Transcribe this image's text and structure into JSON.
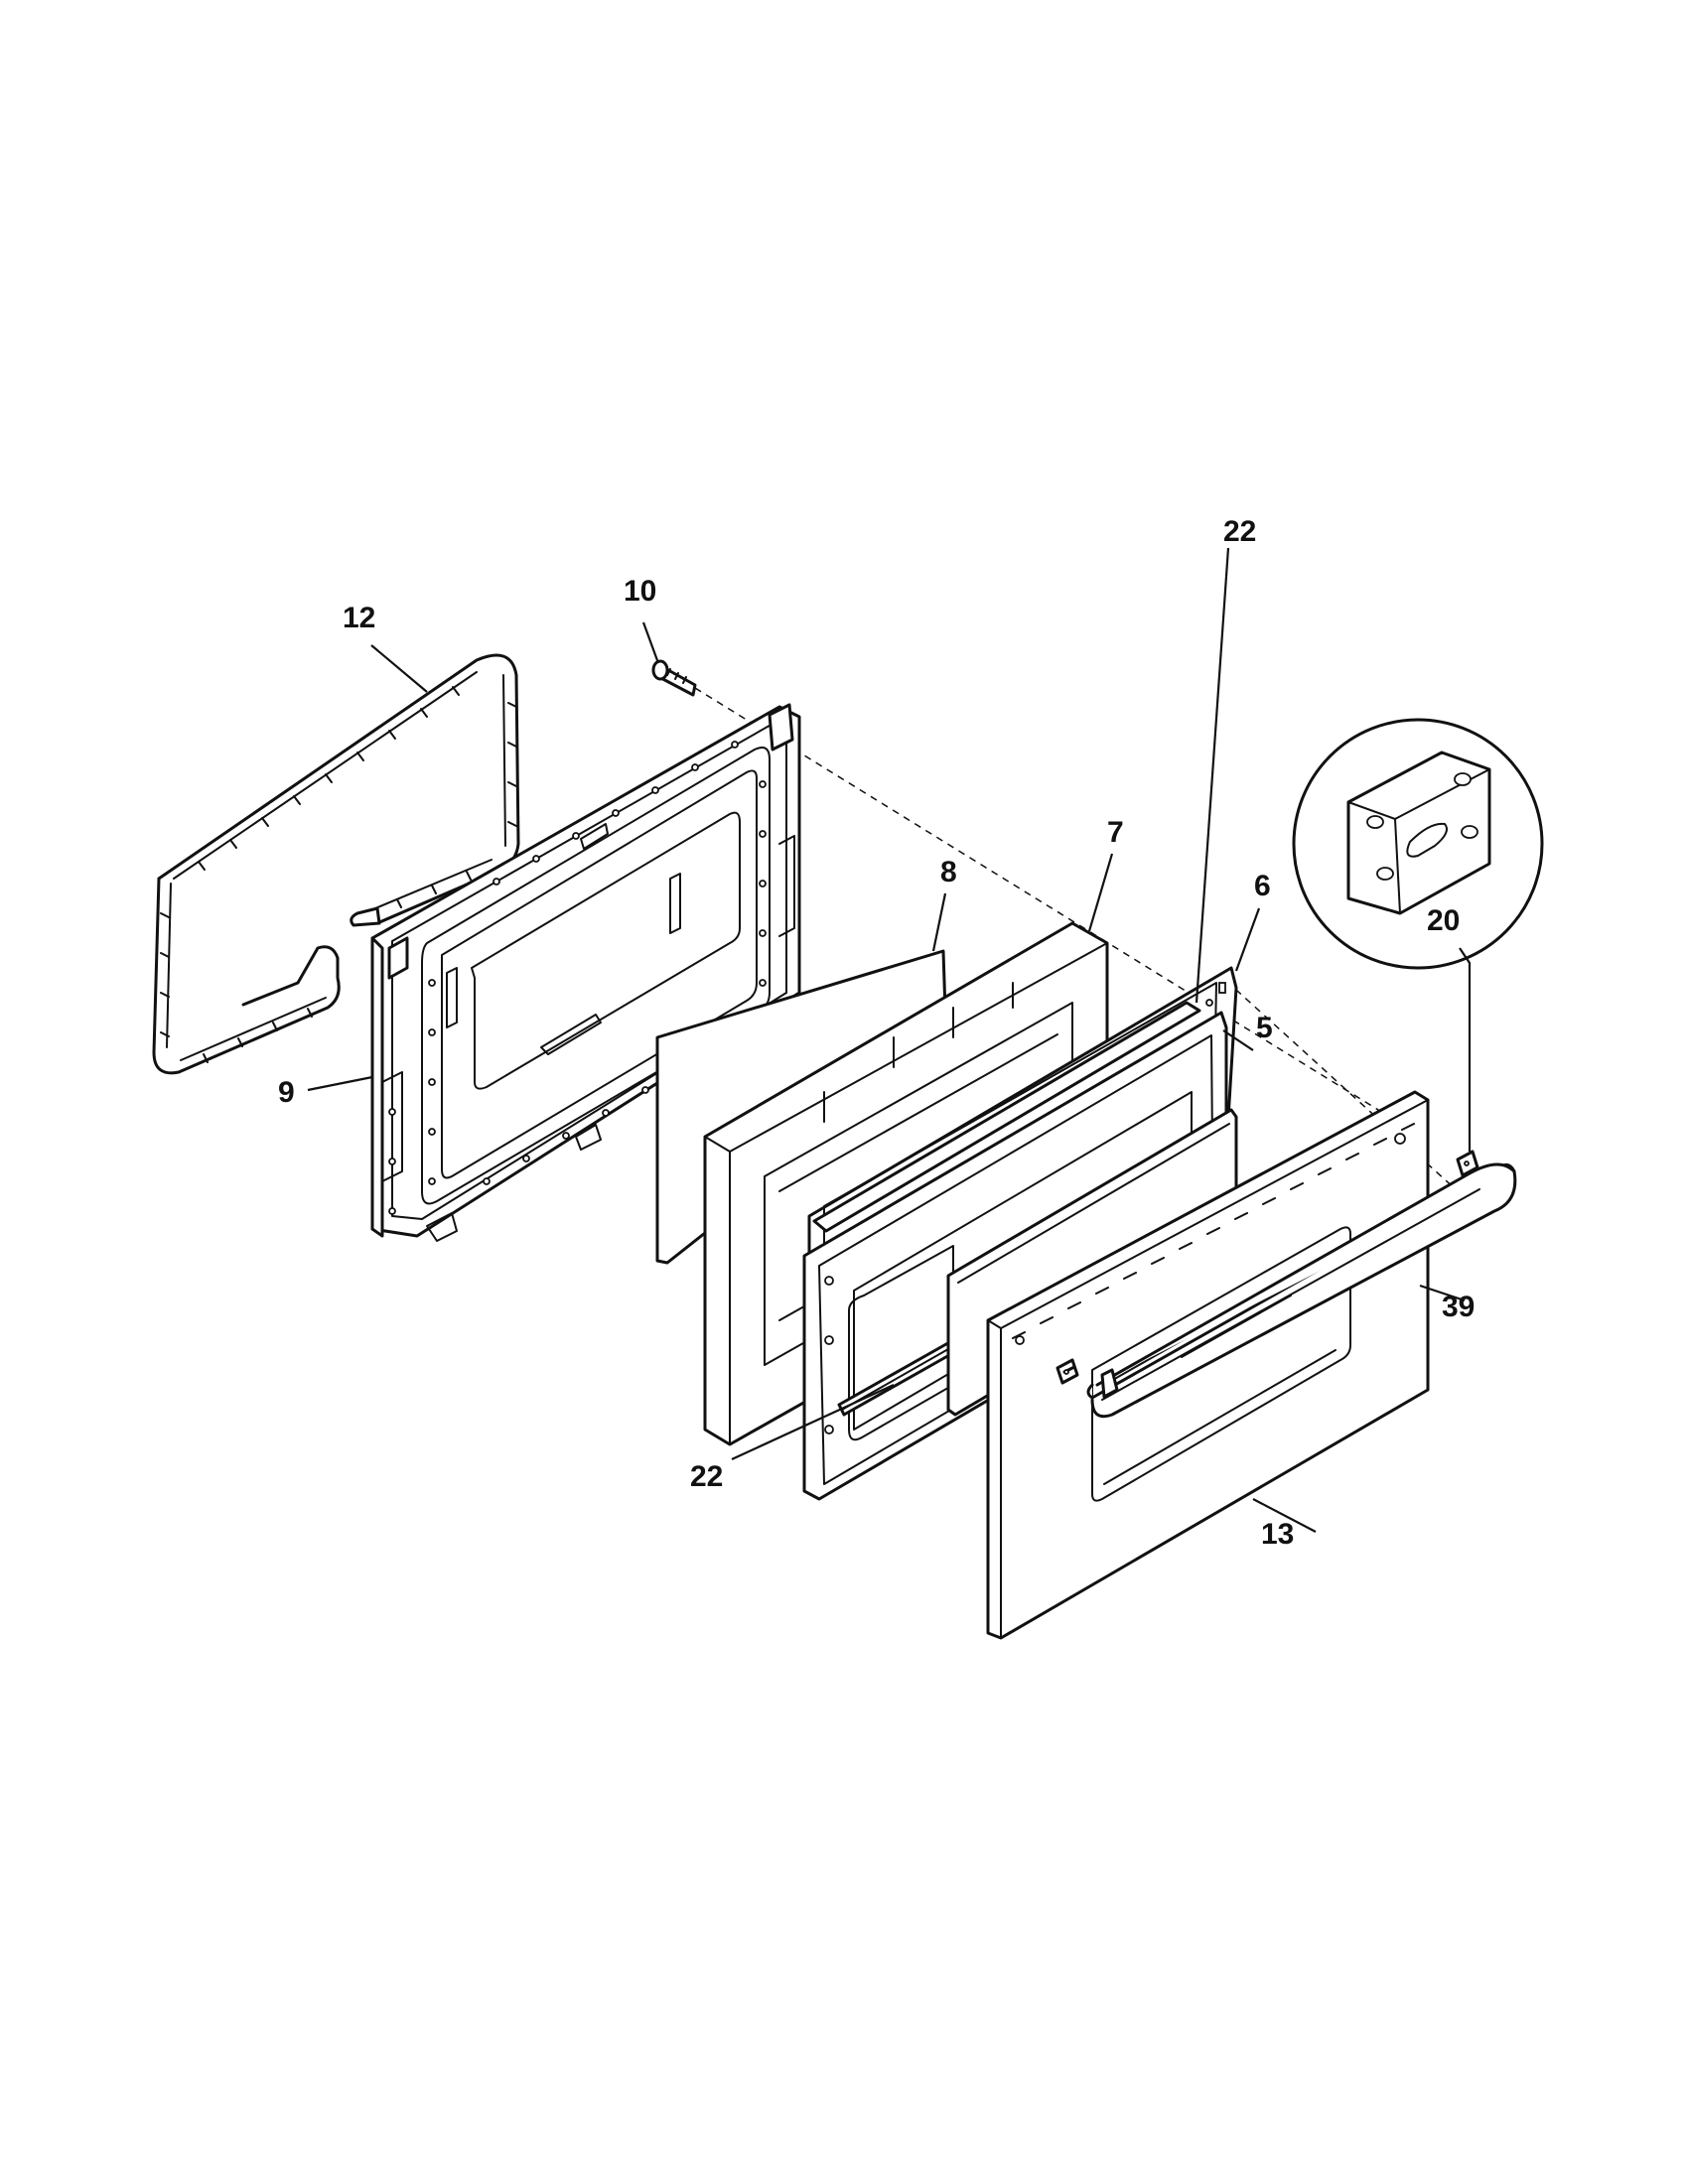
{
  "callouts": {
    "c12": "12",
    "c10": "10",
    "c9": "9",
    "c8": "8",
    "c7": "7",
    "c6": "6",
    "c22_top": "22",
    "c5": "5",
    "c22_bottom": "22",
    "c20": "20",
    "c39": "39",
    "c13": "13"
  },
  "colors": {
    "line": "#111111",
    "background": "#ffffff"
  }
}
